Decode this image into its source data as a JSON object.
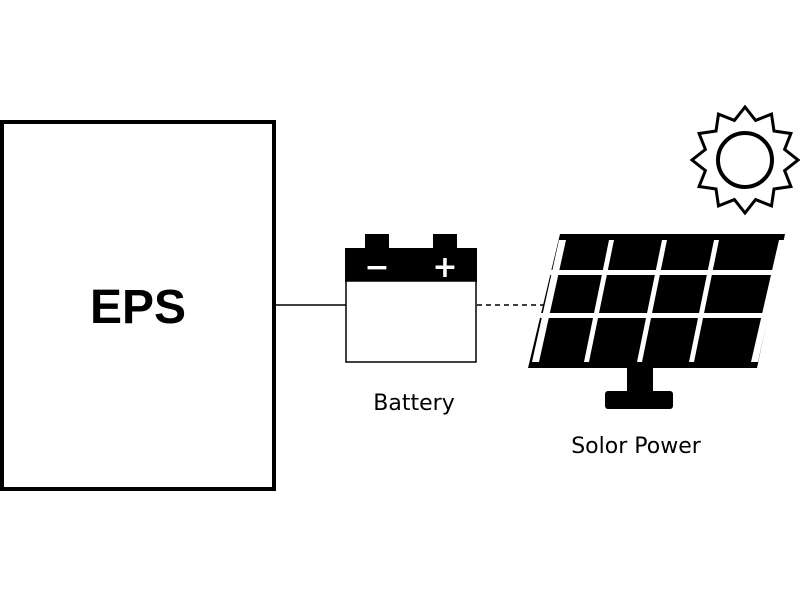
{
  "eps": {
    "label": "EPS"
  },
  "battery": {
    "label": "Battery",
    "negative_sign": "−",
    "positive_sign": "+"
  },
  "solar": {
    "label": "Solor Power"
  },
  "connections": [
    {
      "from": "eps",
      "to": "battery",
      "style": "solid"
    },
    {
      "from": "battery",
      "to": "solar",
      "style": "dashed"
    }
  ],
  "icons": [
    "battery-icon",
    "solar-panel-icon",
    "sun-icon"
  ],
  "colors": {
    "stroke": "#000000",
    "fill": "#000000",
    "background": "#ffffff"
  }
}
